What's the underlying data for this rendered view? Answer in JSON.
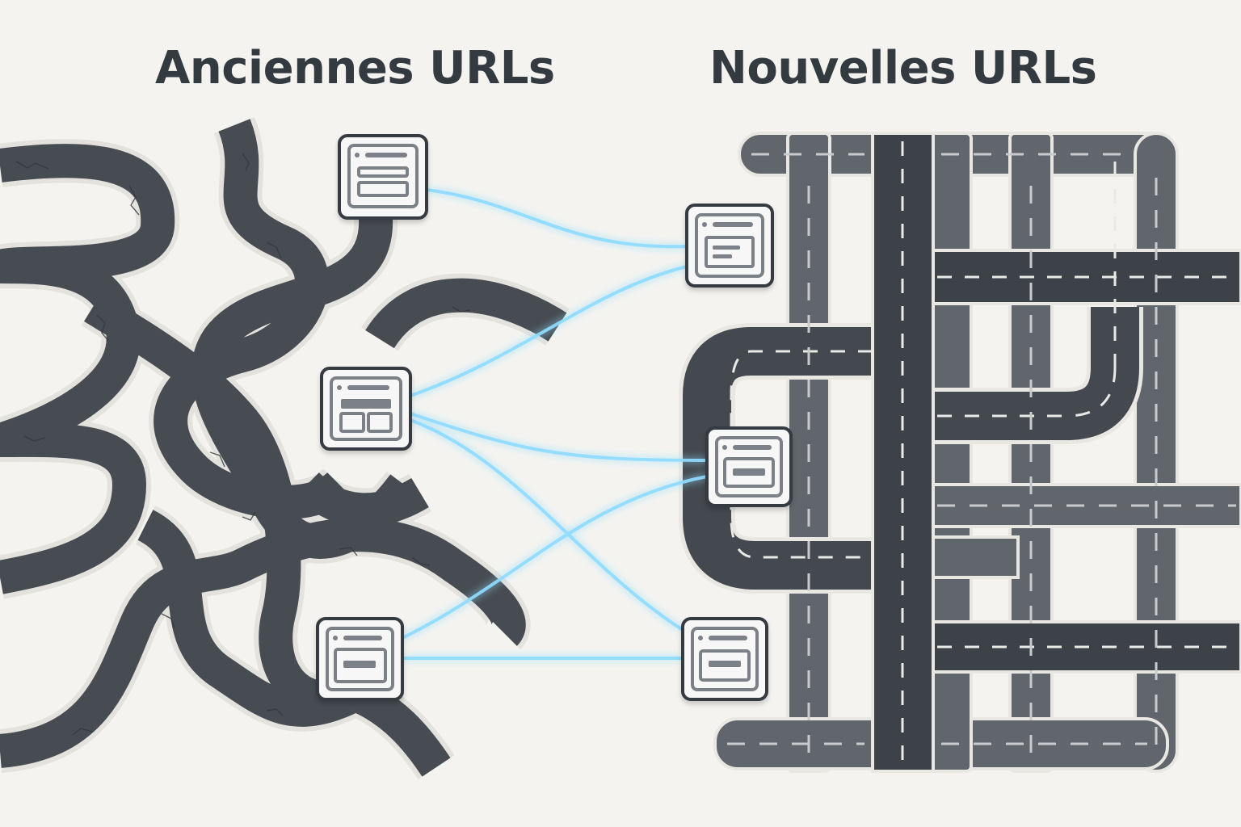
{
  "headings": {
    "old": "Anciennes URLs",
    "new": "Nouvelles URLs"
  },
  "colors": {
    "background": "#f4f3ef",
    "old_road": "#4a4f55",
    "new_road": "#5b6168",
    "main_road": "#3e444b",
    "redirect_glow": "#7fd3ff",
    "page_card": "#f7f7f7",
    "heading_text": "#333a40"
  },
  "icons": {
    "page": "web-page-icon",
    "redirect": "redirect-link"
  }
}
